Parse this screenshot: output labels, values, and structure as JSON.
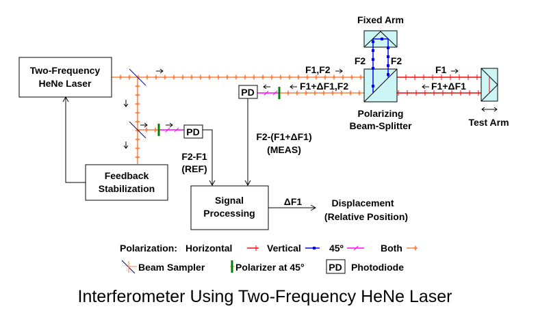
{
  "colors": {
    "horizontal": "#ff0000",
    "vertical": "#0000ff",
    "deg45": "#ff00ff",
    "both": "#ff7f3f",
    "polarizer": "#007f00",
    "optic_fill": "#ccf5f5"
  },
  "blocks": {
    "laser": [
      "Two-Frequency",
      "HeNe Laser"
    ],
    "feedback": [
      "Feedback",
      "Stabilization"
    ],
    "signal": [
      "Signal",
      "Processing"
    ],
    "pd": "PD"
  },
  "labels": {
    "fixed_arm": "Fixed  Arm",
    "f2_left": "F2",
    "f2_right": "F2",
    "f1f2": "F1,F2",
    "f1df1f2": "F1+ΔF1,F2",
    "f1": "F1",
    "f1df1": "F1+ΔF1",
    "pbs": [
      "Polarizing",
      "Beam-Splitter"
    ],
    "test_arm": "Test Arm",
    "ref": [
      "F2-F1",
      "(REF)"
    ],
    "meas": [
      "F2-(F1+ΔF1)",
      "(MEAS)"
    ],
    "df1": "ΔF1",
    "displacement": [
      "Displacement",
      "(Relative Position)"
    ]
  },
  "legend": {
    "polarization": "Polarization:",
    "horizontal": "Horizontal",
    "vertical": "Vertical",
    "deg45": "45º",
    "both": "Both",
    "beam_sampler": "Beam Sampler",
    "polarizer": "Polarizer at 45°",
    "pd": "PD",
    "photodiode": "Photodiode"
  },
  "title": "Interferometer Using Two-Frequency HeNe Laser"
}
